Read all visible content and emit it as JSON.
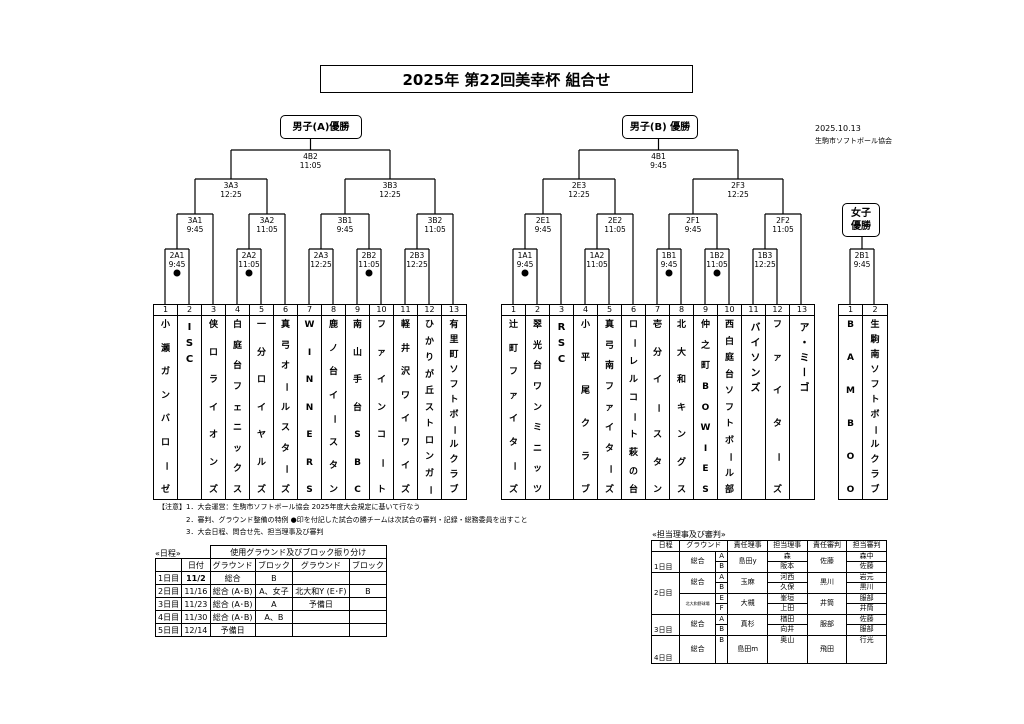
{
  "title": "2025年 第22回美幸杯 組合せ",
  "date": "2025.10.13",
  "organizer": "生駒市ソフトボール協会",
  "bracket_a": {
    "champion_label": "男子(A)優勝",
    "matches": {
      "4B2": "11:05",
      "3A3": "12:25",
      "3B3": "12:25",
      "3A1": "9:45",
      "3A2": "11:05",
      "3B1": "9:45",
      "3B2": "11:05",
      "2A1": "9:45",
      "2A2": "11:05",
      "2A3": "12:25",
      "2B2": "11:05",
      "2B3": "12:25"
    },
    "teams": [
      "小瀬ガンバローゼ",
      "ISC",
      "侠ロライオンズ",
      "白庭台フェニックス",
      "一分ロイヤルズ",
      "真弓オールスターズ",
      "WINNERS",
      "鹿ノ台イースタン",
      "南山手台SBC",
      "ファインコート",
      "軽井沢ワイワイズ",
      "ひかりが丘ストロンガー",
      "有里町ソフトボールクラブ"
    ]
  },
  "bracket_b": {
    "champion_label": "男子(B) 優勝",
    "matches": {
      "4B1": "9:45",
      "2E3": "12:25",
      "2F3": "12:25",
      "2E1": "9:45",
      "2E2": "11:05",
      "2F1": "9:45",
      "2F2": "11:05",
      "1A1": "9:45",
      "1A2": "11:05",
      "1B1": "9:45",
      "1B2": "11:05",
      "1B3": "12:25"
    },
    "teams": [
      "辻町ファイターズ",
      "翠光台ワンミニッツ",
      "RSC",
      "小平尾クラブ",
      "真弓南ファイターズ",
      "ローレルコート萩の台",
      "壱分イースタン",
      "北大和キングス",
      "仲之町BOWIES",
      "西白庭台ソフトボール部",
      "バイソンズ",
      "ファイターズ",
      "ア・ミーゴ"
    ]
  },
  "bracket_w": {
    "champion_label": "女子優勝",
    "matches": {
      "2B1": "9:45"
    },
    "teams": [
      "BAMBOO",
      "生駒南ソフトボールクラブ"
    ]
  },
  "notes": {
    "label": "【注意】",
    "items": [
      "1．大会運営：生駒市ソフトボール協会 2025年度大会規定に基いて行なう",
      "2．審判、グラウンド整備の特例 ●印を付記した試合の勝チームは次試合の審判・記録・総務委員を出すこと",
      "3．大会日程、問合せ先、担当理事及び審判"
    ]
  },
  "schedule": {
    "title": "«日程»",
    "group_header": "使用グラウンド及びブロック振り分け",
    "headers": [
      "日付",
      "グラウンド",
      "ブロック",
      "グラウンド",
      "ブロック"
    ],
    "rows": [
      [
        "1日目",
        "11/2",
        "総合",
        "B",
        "",
        ""
      ],
      [
        "2日目",
        "11/16",
        "総合 (A･B)",
        "A、女子",
        "北大和Y (E･F)",
        "B"
      ],
      [
        "3日目",
        "11/23",
        "総合 (A･B)",
        "A",
        "予備日",
        ""
      ],
      [
        "4日目",
        "11/30",
        "総合 (A･B)",
        "A、B",
        "",
        ""
      ],
      [
        "5日目",
        "12/14",
        "予備日",
        "",
        "",
        ""
      ]
    ]
  },
  "referees": {
    "title": "«担当理事及び審判»",
    "headers": [
      "日程",
      "グラウンド",
      "責任理事",
      "担当理事",
      "責任審判",
      "担当審判"
    ],
    "days": [
      "1日目",
      "2日目",
      "3日目",
      "4日目"
    ],
    "grounds": [
      "総合",
      "総合",
      "北大和野球場",
      "総合",
      "総合"
    ],
    "blocks": [
      "A",
      "B",
      "A",
      "B",
      "E",
      "F",
      "A",
      "B",
      "B"
    ],
    "chief_directors": [
      "島田y",
      "玉麻",
      "大槻",
      "真杉",
      "島田m"
    ],
    "directors": [
      "森",
      "阪本",
      "河西",
      "久保",
      "峯垣",
      "上田",
      "楢田",
      "向井",
      "奥山"
    ],
    "chief_umpires": [
      "佐藤",
      "黒川",
      "井筒",
      "服部",
      "飛田"
    ],
    "umpires": [
      "森中",
      "佐藤",
      "岩元",
      "黒川",
      "服部",
      "井筒",
      "佐藤",
      "服部",
      "行光"
    ]
  }
}
